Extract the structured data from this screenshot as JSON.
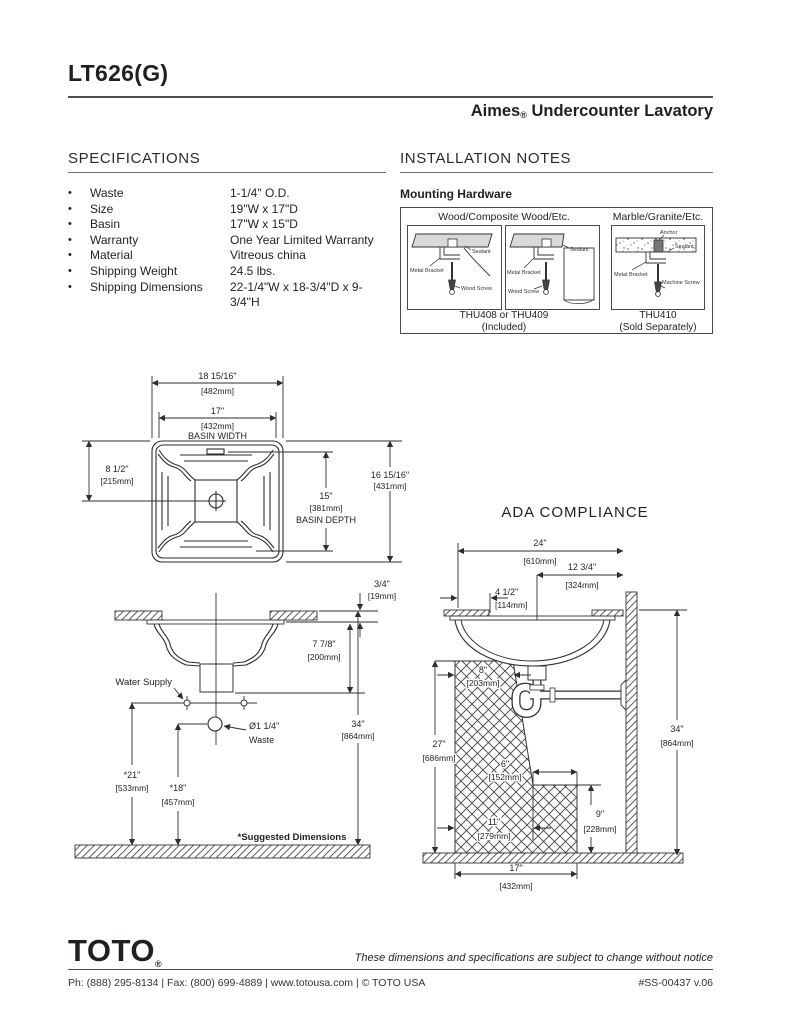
{
  "header": {
    "model": "LT626(G)",
    "brand": "Aimes",
    "reg": "®",
    "product": " Undercounter Lavatory"
  },
  "specifications": {
    "title": "SPECIFICATIONS",
    "items": [
      {
        "label": "Waste",
        "value": "1-1/4\" O.D."
      },
      {
        "label": "Size",
        "value": "19\"W x 17\"D"
      },
      {
        "label": "Basin",
        "value": "17\"W x 15\"D"
      },
      {
        "label": "Warranty",
        "value": "One Year Limited Warranty"
      },
      {
        "label": "Material",
        "value": "Vitreous china"
      },
      {
        "label": "Shipping Weight",
        "value": "24.5 lbs."
      },
      {
        "label": "Shipping Dimensions",
        "value": "22-1/4\"W x 18-3/4\"D x 9-3/4\"H"
      }
    ]
  },
  "installation": {
    "title": "INSTALLATION NOTES",
    "subtitle": "Mounting Hardware",
    "wood_title": "Wood/Composite Wood/Etc.",
    "marble_title": "Marble/Granite/Etc.",
    "wood_model": "THU408 or THU409",
    "wood_status": "(Included)",
    "marble_model": "THU410",
    "marble_status": "(Sold Separately)",
    "labels": {
      "sealant": "Sealant",
      "bracket": "Metal Bracket",
      "wood_screw": "Wood Screw",
      "anchor": "Anchor",
      "machine_screw": "Machine Screw"
    }
  },
  "top_view": {
    "overall_w": [
      "18 15/16\"",
      "[482mm]"
    ],
    "basin_w": [
      "17\"",
      "[432mm]",
      "BASIN WIDTH"
    ],
    "left_d": [
      "8 1/2\"",
      "[215mm]"
    ],
    "overall_d": [
      "16 15/16\"",
      "[431mm]"
    ],
    "basin_d": [
      "15\"",
      "[381mm]",
      "BASIN DEPTH"
    ]
  },
  "front_view": {
    "counter": [
      "3/4\"",
      "[19mm]"
    ],
    "bowl_depth": [
      "7 7/8\"",
      "[200mm]"
    ],
    "water_supply": "Water Supply",
    "waste": [
      "Ø1 1/4\"",
      "Waste"
    ],
    "supply_h": [
      "*21\"",
      "[533mm]"
    ],
    "waste_h": [
      "*18\"",
      "[457mm]"
    ],
    "rim_h": [
      "34\"",
      "[864mm]"
    ],
    "note": "*Suggested Dimensions"
  },
  "ada": {
    "title": "ADA COMPLIANCE",
    "d24": [
      "24\"",
      "[610mm]"
    ],
    "d12": [
      "12 3/4\"",
      "[324mm]"
    ],
    "d4": [
      "4 1/2\"",
      "[114mm]"
    ],
    "d8": [
      "8\"",
      "[203mm]"
    ],
    "d27": [
      "27\"",
      "[686mm]"
    ],
    "d6": [
      "6\"",
      "[152mm]"
    ],
    "d11": [
      "11\"",
      "[279mm]"
    ],
    "d9": [
      "9\"",
      "[228mm]"
    ],
    "d34": [
      "34\"",
      "[864mm]"
    ],
    "d17": [
      "17\"",
      "[432mm]"
    ]
  },
  "footer": {
    "logo": "TOTO",
    "reg": "®",
    "disclaimer": "These dimensions and specifications are subject to change without notice",
    "contact": "Ph: (888) 295-8134 | Fax: (800) 699-4889 | www.totousa.com | © TOTO USA",
    "doc": "#SS-00437 v.06"
  }
}
